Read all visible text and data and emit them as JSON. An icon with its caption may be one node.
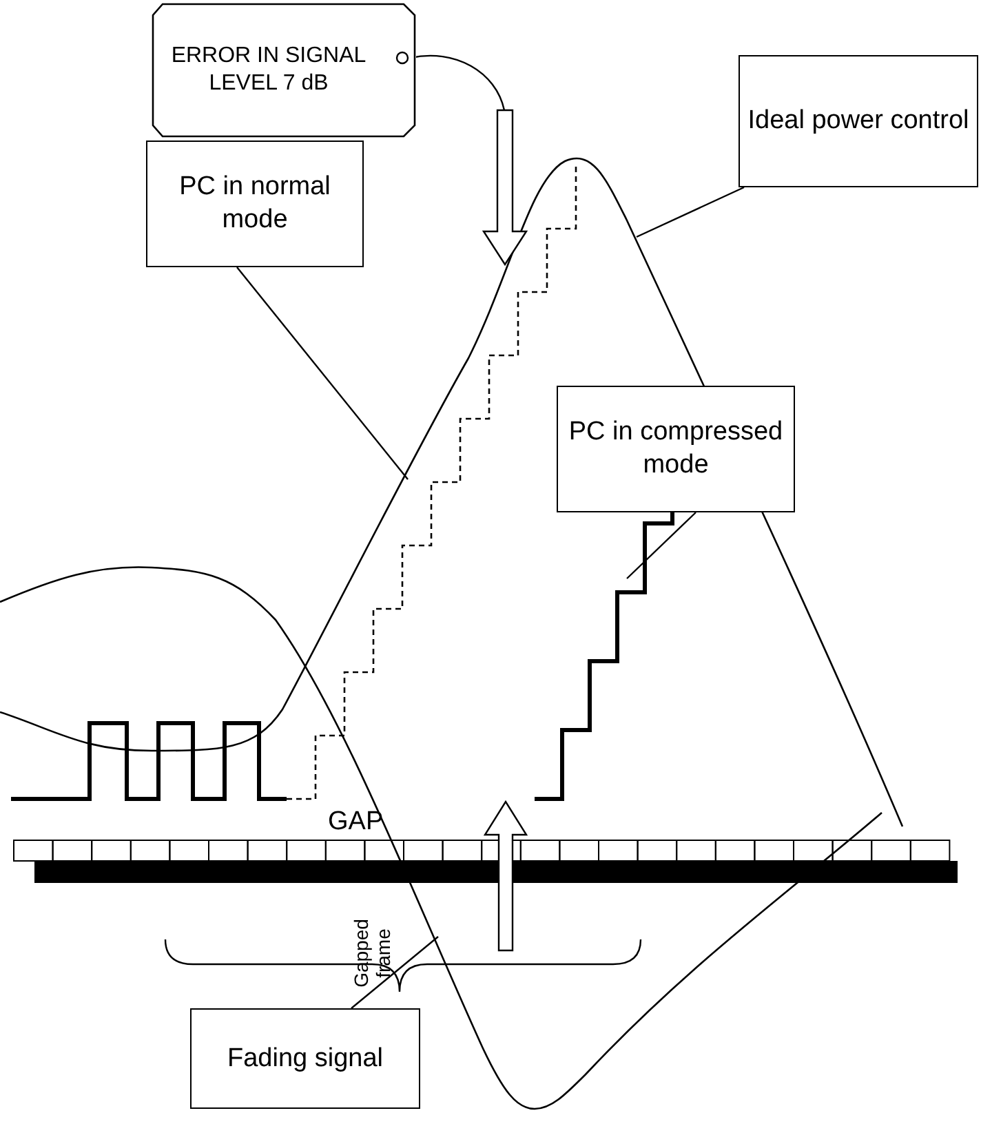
{
  "diagram": {
    "nodes": [
      {
        "text": [
          "ERROR IN SIGNAL LEVEL 7 dB"
        ]
      },
      {
        "text": [
          "Ideal power control"
        ]
      },
      {
        "text": [
          "PC in normal mode"
        ]
      },
      {
        "text": [
          "PC in compressed mode"
        ]
      },
      {
        "text": [
          "Fading signal"
        ]
      }
    ],
    "edges": [
      {
        "from": 0,
        "to": null,
        "arrow": "none"
      },
      {
        "from": 1,
        "to": null,
        "arrow": "none"
      },
      {
        "from": 2,
        "to": null,
        "arrow": "none"
      },
      {
        "from": 3,
        "to": null,
        "arrow": "none"
      },
      {
        "from": 4,
        "to": null,
        "arrow": "none"
      }
    ],
    "labels": [
      "GAP",
      "Gapped frame"
    ]
  }
}
